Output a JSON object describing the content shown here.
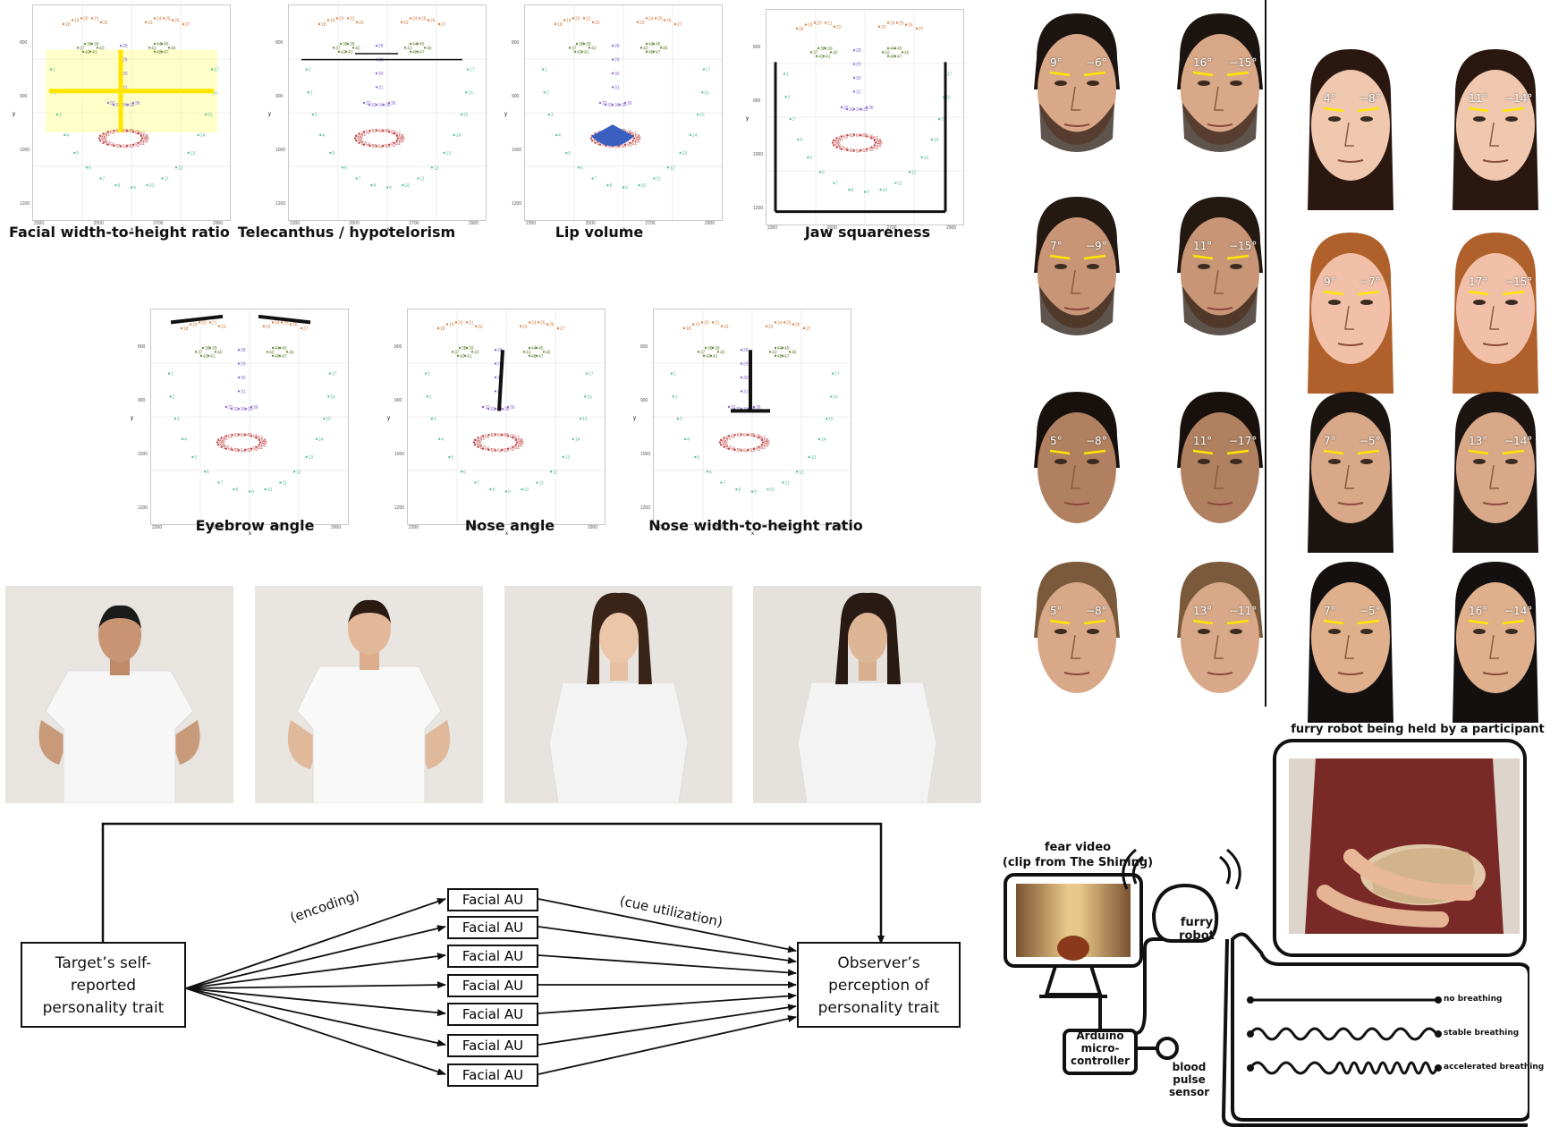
{
  "landmark_plots": {
    "captions": [
      "Facial width-to-height ratio",
      "Telecanthus / hypotelorism",
      "Lip volume",
      "Jaw squareness",
      "Eyebrow angle",
      "Nose angle",
      "Nose width-to-height ratio"
    ],
    "x_ticks": [
      "2300",
      "2500",
      "2700",
      "2900"
    ],
    "y_ticks": [
      "800",
      "900",
      "1000",
      "1200"
    ],
    "x_axis_label": "x",
    "y_axis_label": "y"
  },
  "brow_angles": {
    "male": [
      [
        "9°",
        "−6°",
        "16°",
        "−15°"
      ],
      [
        "7°",
        "−9°",
        "11°",
        "−15°"
      ],
      [
        "5°",
        "−8°",
        "11°",
        "−17°"
      ],
      [
        "5°",
        "−8°",
        "13°",
        "−11°"
      ]
    ],
    "female": [
      [
        "4°",
        "−8°",
        "11°",
        "−14°"
      ],
      [
        "9°",
        "−7°",
        "17°",
        "−15°"
      ],
      [
        "7°",
        "−5°",
        "13°",
        "−14°"
      ],
      [
        "7°",
        "−5°",
        "16°",
        "−14°"
      ]
    ]
  },
  "lens_model": {
    "target_label": "Target’s self-reported personality trait",
    "observer_label": "Observer’s perception of personality trait",
    "au_label": "Facial AU",
    "encoding_label": "(encoding)",
    "cue_label": "(cue utilization)"
  },
  "robot_setup": {
    "video_title": "fear video",
    "video_subtitle": "(clip from The Shining)",
    "robot_label": "furry robot",
    "arduino_label": "Arduino micro-controller",
    "sensor_label": "blood pulse sensor",
    "photo_caption": "furry robot being held by a participant",
    "breathing": [
      "no breathing",
      "stable breathing",
      "accelerated breathing"
    ]
  },
  "colors": {
    "highlight": "#ffff66",
    "lip": "#3a5fc0",
    "brow_line": "#ffe600"
  }
}
